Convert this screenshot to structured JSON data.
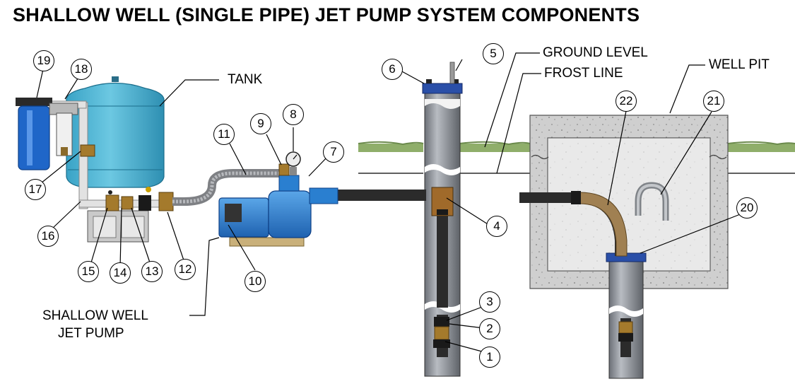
{
  "title": "SHALLOW WELL (SINGLE PIPE) JET PUMP SYSTEM COMPONENTS",
  "labels": {
    "tank": "TANK",
    "ground_level": "GROUND LEVEL",
    "frost_line": "FROST LINE",
    "well_pit": "WELL PIT",
    "pump_line1": "SHALLOW WELL",
    "pump_line2": "JET PUMP"
  },
  "callouts": [
    "1",
    "2",
    "3",
    "4",
    "5",
    "6",
    "7",
    "8",
    "9",
    "10",
    "11",
    "12",
    "13",
    "14",
    "15",
    "16",
    "17",
    "18",
    "19",
    "20",
    "21",
    "22"
  ],
  "colors": {
    "tank": "#4fb6d6",
    "pump": "#2a7fd0",
    "pit_concrete": "#c8c8c8",
    "grass": "#8fae6a",
    "well_casing": "#8e9298",
    "flexible_pipe": "#a08052",
    "filter_housing": "#1f66c8"
  }
}
